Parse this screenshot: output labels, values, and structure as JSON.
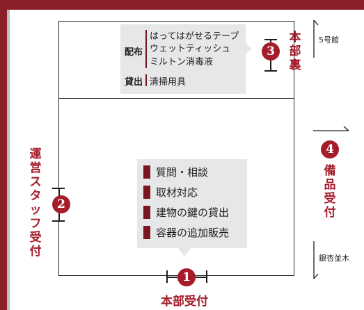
{
  "upper_panel": {
    "distribution_label": "配布",
    "distribution_items": [
      "はってはがせるテープ",
      "ウェットティッシュ",
      "ミルトン消毒液"
    ],
    "lending_label": "貸出",
    "lending_items": [
      "清掃用具"
    ]
  },
  "lower_panel": {
    "items": [
      "質問・相談",
      "取材対応",
      "建物の鍵の貸出",
      "容器の追加販売"
    ]
  },
  "stations": [
    {
      "number": "1",
      "label": "本部受付"
    },
    {
      "number": "2",
      "label": "運営スタッフ受付"
    },
    {
      "number": "3",
      "label": "本部裏"
    },
    {
      "number": "4",
      "label": "備品受付"
    }
  ],
  "landmarks": {
    "building": "5号館",
    "avenue": "銀杏並木"
  },
  "colors": {
    "accent": "#a51c2b",
    "marker": "#7a1620",
    "panel": "#e5e7e8",
    "line": "#1d1d1d"
  }
}
